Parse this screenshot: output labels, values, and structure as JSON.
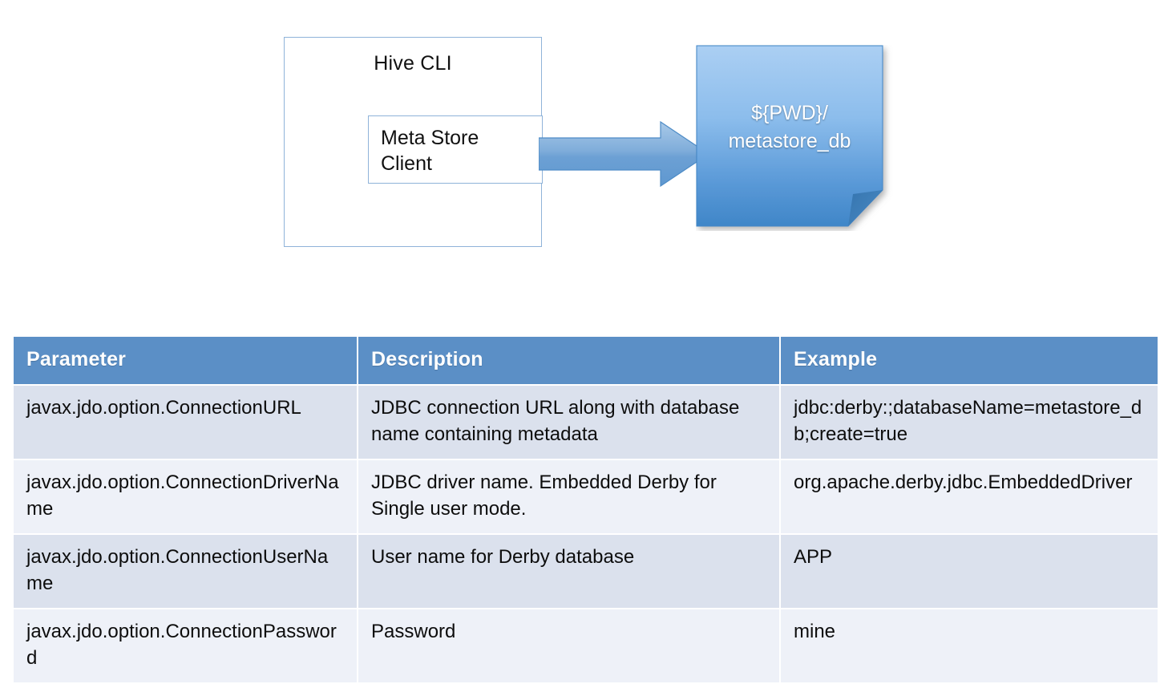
{
  "diagram": {
    "hive_box": {
      "title": "Hive CLI",
      "inner_box_label": "Meta Store\nClient"
    },
    "arrow": {
      "name": "right-arrow",
      "color": "#6fa3d8"
    },
    "document_shape": {
      "label": "${PWD}/\nmetastore_db",
      "fill_top": "#a8cdf2",
      "fill_bottom": "#3f86c8",
      "text_color": "#ffffff"
    }
  },
  "table": {
    "headers": [
      "Parameter",
      "Description",
      "Example"
    ],
    "header_bg": "#5b8fc6",
    "row_bg_odd": "#dbe1ed",
    "row_bg_even": "#eef1f8",
    "rows": [
      {
        "parameter": "javax.jdo.option.ConnectionURL",
        "description": "JDBC connection URL along with database name containing metadata",
        "example": "jdbc:derby:;databaseName=metastore_db;create=true"
      },
      {
        "parameter": "javax.jdo.option.ConnectionDriverName",
        "description": "JDBC driver name. Embedded Derby for Single user mode.",
        "example": "org.apache.derby.jdbc.EmbeddedDriver"
      },
      {
        "parameter": "javax.jdo.option.ConnectionUserName",
        "description": "User name for Derby database",
        "example": "APP"
      },
      {
        "parameter": "javax.jdo.option.ConnectionPassword",
        "description": "Password",
        "example": "mine"
      }
    ]
  }
}
